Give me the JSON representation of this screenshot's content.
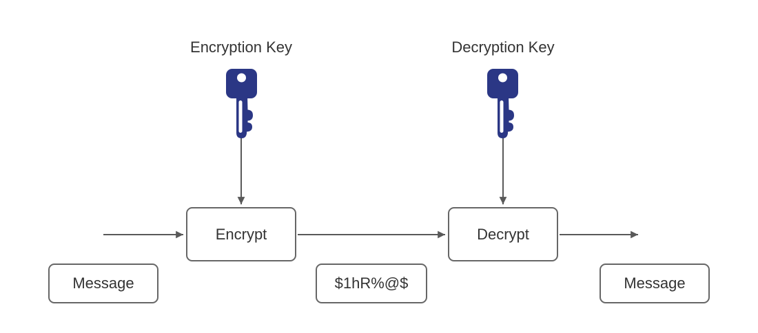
{
  "diagram": {
    "description": "Symmetric encryption flow diagram",
    "labels": {
      "encryption_key": "Encryption Key",
      "decryption_key": "Decryption Key"
    },
    "nodes": {
      "encrypt": "Encrypt",
      "decrypt": "Decrypt",
      "message_left": "Message",
      "ciphertext": "$1hR%@$",
      "message_right": "Message"
    },
    "colors": {
      "key_fill": "#2b3785",
      "arrow": "#595959",
      "node_border": "#666666",
      "text": "#333333",
      "background": "#ffffff"
    }
  }
}
